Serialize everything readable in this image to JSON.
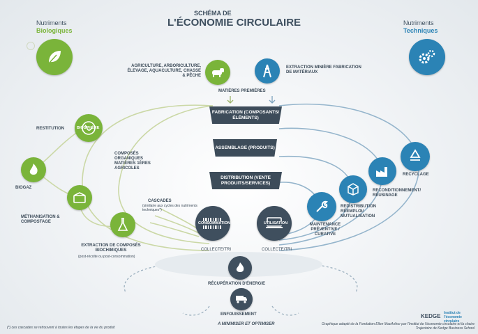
{
  "header": {
    "title_line1": "SCHÉMA DE",
    "title_line2": "L'ÉCONOMIE CIRCULAIRE",
    "left_label": "Nutriments",
    "left_label_colored": "Biologiques",
    "right_label": "Nutriments",
    "right_label_colored": "Techniques"
  },
  "top": {
    "agri_text": "AGRICULTURE, ARBORICULTURE, ÉLEVAGE, AQUACULTURE, CHASSE & PÊCHE",
    "extraction_text": "EXTRACTION MINIÈRE FABRICATION DE MATÉRIAUX",
    "matieres": "MATIÈRES PREMIÈRES"
  },
  "stages": {
    "fabrication": "FABRICATION (COMPOSANTS/ÉLÉMENTS)",
    "assemblage": "ASSEMBLAGE (PRODUITS)",
    "distribution": "DISTRIBUTION (VENTE PRODUITS/SERVICES)"
  },
  "bio": {
    "restitution": "RESTITUTION",
    "biosphere": "BIOSPHÈRE",
    "biogaz": "BIOGAZ",
    "methanisation": "MÉTHANISATION & COMPOSTAGE",
    "composes": "COMPOSÉS ORGANIQUES MATIÈRES 1ÈRES AGRICOLES",
    "cascades": "CASCADES",
    "cascades_sub": "(similaire aux cycles des nutriments techniques*)",
    "extraction_bio": "EXTRACTION DE COMPOSÉS BIOCHIMIQUES",
    "extraction_bio_sub": "(post-récolte ou post-consommation)"
  },
  "tech": {
    "recyclage": "RECYCLAGE",
    "reconditionnement": "RECONDITIONNEMENT/ RÉUSINAGE",
    "redistribution": "REDISTRIBUTION RÉEMPLOI/ MUTUALISATION",
    "maintenance": "MAINTENANCE PRÉVENTIVE / CURATIVE"
  },
  "center": {
    "consommation": "CONSOMMATION",
    "utilisation": "UTILISATION",
    "collecte1": "COLLECTE/TRI",
    "collecte2": "COLLECTE/TRI",
    "recuperation": "RÉCUPÉRATION D'ÉNERGIE",
    "enfouissement": "ENFOUISSEMENT",
    "minimiser": "A MINIMISER ET OPTIMISER"
  },
  "footer": {
    "note": "(*) ces cascades se retrouvent à toutes les étapes de la vie du produit",
    "credit": "Graphique adapté de la Fondation Ellen MacArthur par l'Institut de l'économie circulaire et la chaire Trajectoire de Kedge Business School",
    "kedge": "KEDGE",
    "institut": "Institut de l'économie circulaire"
  },
  "colors": {
    "green": "#7ab43a",
    "blue": "#2b83b5",
    "dark": "#3d4c5a",
    "green_line": "#c9d6a0",
    "blue_line": "#8fb0c8"
  }
}
